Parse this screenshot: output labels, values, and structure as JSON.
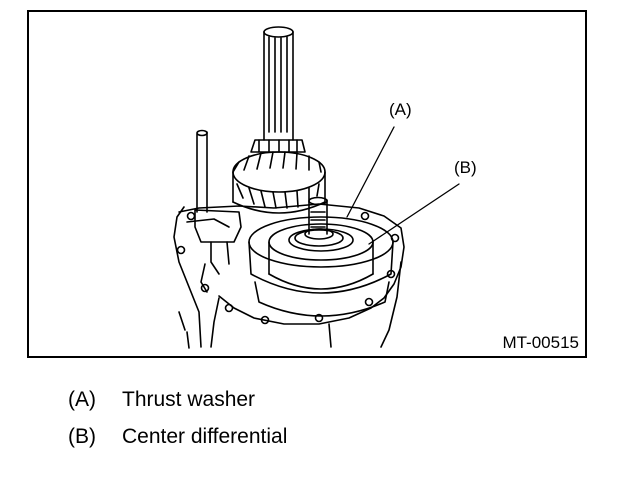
{
  "figure": {
    "id_label": "MT-00515",
    "callouts": [
      {
        "key": "(A)"
      },
      {
        "key": "(B)"
      }
    ]
  },
  "legend": [
    {
      "key": "(A)",
      "text": "Thrust washer"
    },
    {
      "key": "(B)",
      "text": "Center differential"
    }
  ],
  "colors": {
    "line": "#000000",
    "background": "#ffffff"
  }
}
